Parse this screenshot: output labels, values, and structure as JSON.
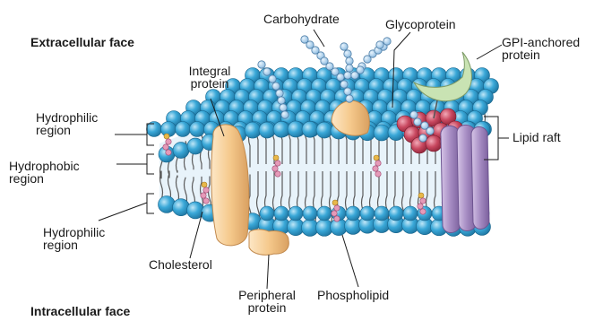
{
  "faces": {
    "extracellular": "Extracellular face",
    "intracellular": "Intracellular face"
  },
  "labels": {
    "carbohydrate": "Carbohydrate",
    "glycoprotein": "Glycoprotein",
    "gpi_line1": "GPI-anchored",
    "gpi_line2": "protein",
    "integral_line1": "Integral",
    "integral_line2": "protein",
    "hydrophilic_top_line1": "Hydrophilic",
    "hydrophilic_top_line2": "region",
    "hydrophobic_line1": "Hydrophobic",
    "hydrophobic_line2": "region",
    "hydrophilic_bottom_line1": "Hydrophilic",
    "hydrophilic_bottom_line2": "region",
    "cholesterol": "Cholesterol",
    "peripheral_line1": "Peripheral",
    "peripheral_line2": "protein",
    "phospholipid": "Phospholipid",
    "lipid_raft": "Lipid raft"
  },
  "colors": {
    "head": "#3aa8d8",
    "head_dark": "#1b6f9a",
    "tail": "#555555",
    "core": "#e8f3fa",
    "integral_protein": "#f5c98c",
    "raft_head": "#c8475f",
    "channel_protein": "#a58bc2",
    "gpi_protein": "#c9e3b3",
    "carb_bead": "#a9cfee",
    "cholesterol": "#e59ab8",
    "cholesterol_head": "#e8b84a"
  }
}
